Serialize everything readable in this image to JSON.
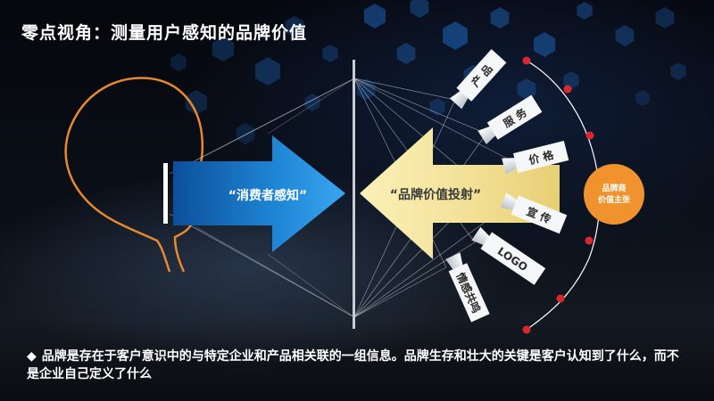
{
  "slide": {
    "title": "零点视角：测量用户感知的品牌价值",
    "consumer_arrow_label": "“消费者感知”",
    "brand_arrow_label": "“品牌价值投射”",
    "hub_label_line1": "品牌商",
    "hub_label_line2": "价值主张",
    "spokes": [
      {
        "label": "产 品"
      },
      {
        "label": "服 务"
      },
      {
        "label": "价 格"
      },
      {
        "label": "宣 传"
      },
      {
        "label": "LOGO"
      },
      {
        "label": "情感共鸣"
      }
    ],
    "bullet_icon": "diamond-bullet-icon",
    "caption": "品牌是存在于客户意识中的与特定企业和产品相关联的一组信息。品牌生存和壮大的关键是客户认知到了什么，而不是企业自己定义了什么",
    "colors": {
      "head_outline": "#e8882e",
      "consumer_arrow": "#1f86d6",
      "brand_arrow": "#f3e29a",
      "hub": "#f0922e",
      "dot": "#d8272f"
    }
  }
}
